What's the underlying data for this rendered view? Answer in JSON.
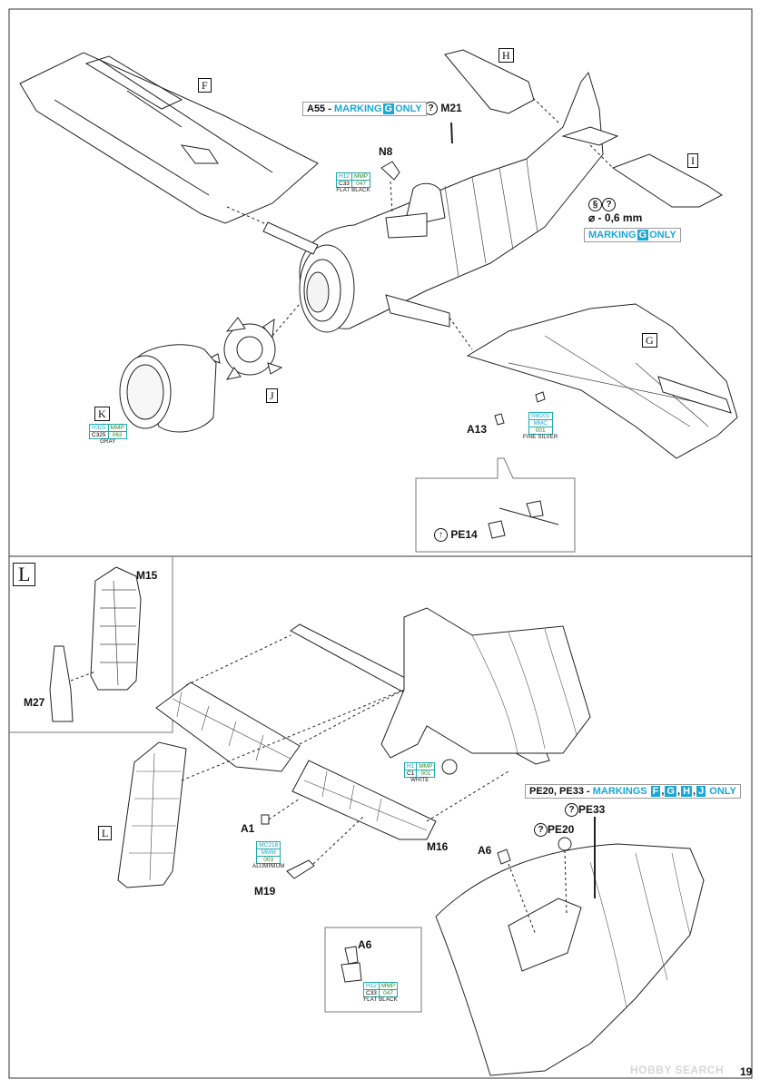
{
  "labels": {
    "F": "F",
    "G": "G",
    "H": "H",
    "I": "I",
    "J": "J",
    "K": "K",
    "L_big": "L",
    "L_small": "L",
    "N8": "N8",
    "M21": "M21",
    "A13": "A13",
    "PE14": "PE14",
    "M15": "M15",
    "M27": "M27",
    "M16": "M16",
    "A1": "A1",
    "M19": "M19",
    "A6": "A6",
    "A6_detail": "A6",
    "PE20": "PE20",
    "PE33": "PE33",
    "drill": "⌀ - 0,6 mm"
  },
  "notes": {
    "a55_prefix": "A55 -",
    "a55_marking": "MARKING",
    "a55_chip": "G",
    "a55_only": "ONLY",
    "marking_g": "MARKING",
    "marking_g_chip": "G",
    "marking_g_only": "ONLY",
    "pe_prefix": "PE20, PE33 -",
    "pe_markings": "MARKINGS",
    "pe_chips": [
      "F",
      "G",
      "H",
      "J"
    ],
    "pe_only": "ONLY"
  },
  "paints": {
    "n8": {
      "h": "H12",
      "m": "MMP",
      "c": "C33",
      "n": "047",
      "name": "FLAT BLACK"
    },
    "k": {
      "h": "H325",
      "m": "MMP",
      "c": "C325",
      "n": "063",
      "name": "GRAY"
    },
    "a13": {
      "h": "SM201",
      "m": "MMC",
      "n": "001",
      "name": "FINE SILVER"
    },
    "wheel": {
      "h": "H1",
      "m": "MMP",
      "c": "C1",
      "n": "001",
      "name": "WHITE"
    },
    "a1": {
      "h": "MC218",
      "m": "MMM",
      "n": "003",
      "name": "ALUMINIUM"
    },
    "a6": {
      "h": "H12",
      "m": "MMP",
      "c": "C33",
      "n": "047",
      "name": "FLAT BLACK"
    }
  },
  "watermark": "HOBBY SEARCH",
  "page_number": "19"
}
